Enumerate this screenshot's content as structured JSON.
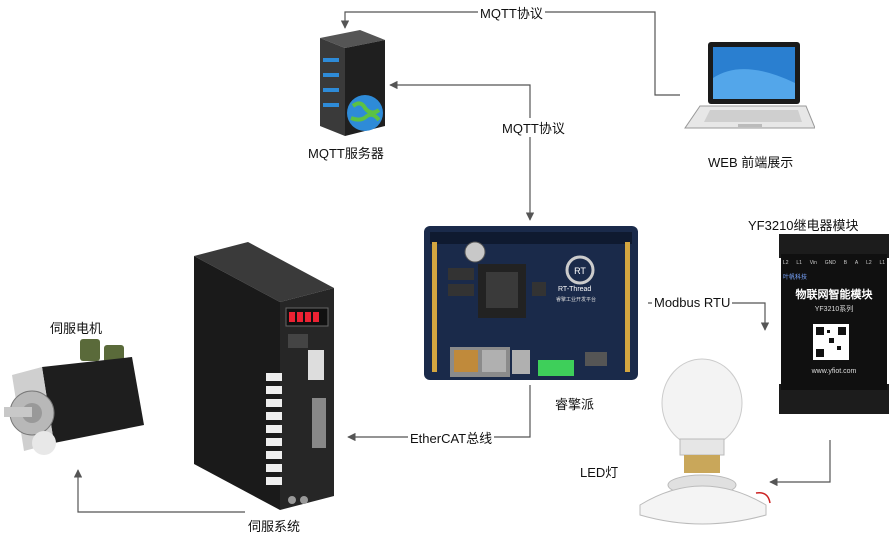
{
  "nodes": {
    "mqtt_server": "MQTT服务器",
    "web_display": "WEB 前端展示",
    "ruiqing_board": "睿擎派",
    "relay_module": "YF3210继电器模块",
    "servo_motor": "伺服电机",
    "servo_system": "伺服系统",
    "led_lamp": "LED灯"
  },
  "edges": {
    "top_mqtt": "MQTT协议",
    "mid_mqtt": "MQTT协议",
    "modbus": "Modbus RTU",
    "ethercat": "EtherCAT总线"
  },
  "board_logo": {
    "brand": "RT-Thread",
    "sub": "睿擎工业开发平台"
  },
  "relay_face": {
    "title": "物联网智能模块",
    "model": "YF3210系列",
    "url": "www.yfiot.com",
    "maker": "叶帆科技",
    "pins": [
      "L2",
      "L1",
      "Vin",
      "GND",
      "B",
      "A",
      "L2",
      "L1"
    ]
  },
  "colors": {
    "line": "#555555",
    "board": "#1a2a4a",
    "server": "#2b2b2b",
    "led_glow": "#4aa3ff"
  }
}
